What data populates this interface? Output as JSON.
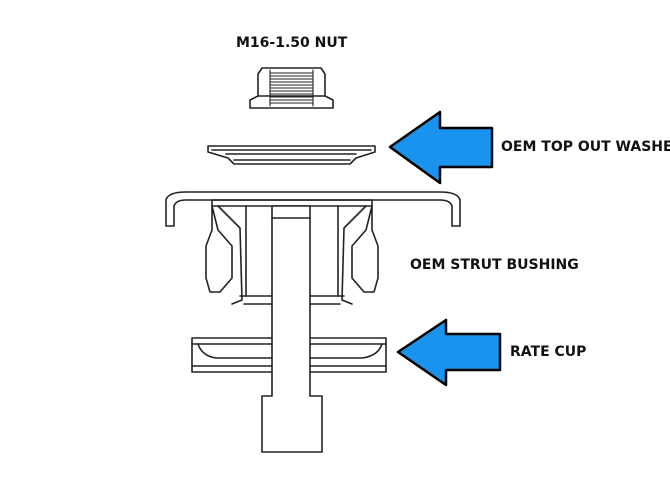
{
  "labels": {
    "nut": "M16-1.50 NUT",
    "washer": "OEM TOP OUT WASHER",
    "bushing": "OEM STRUT BUSHING",
    "rate_cup": "RATE CUP"
  },
  "colors": {
    "arrow_fill": "#1a93ee",
    "arrow_stroke": "#000000",
    "line": "#222222",
    "background": "#ffffff"
  }
}
